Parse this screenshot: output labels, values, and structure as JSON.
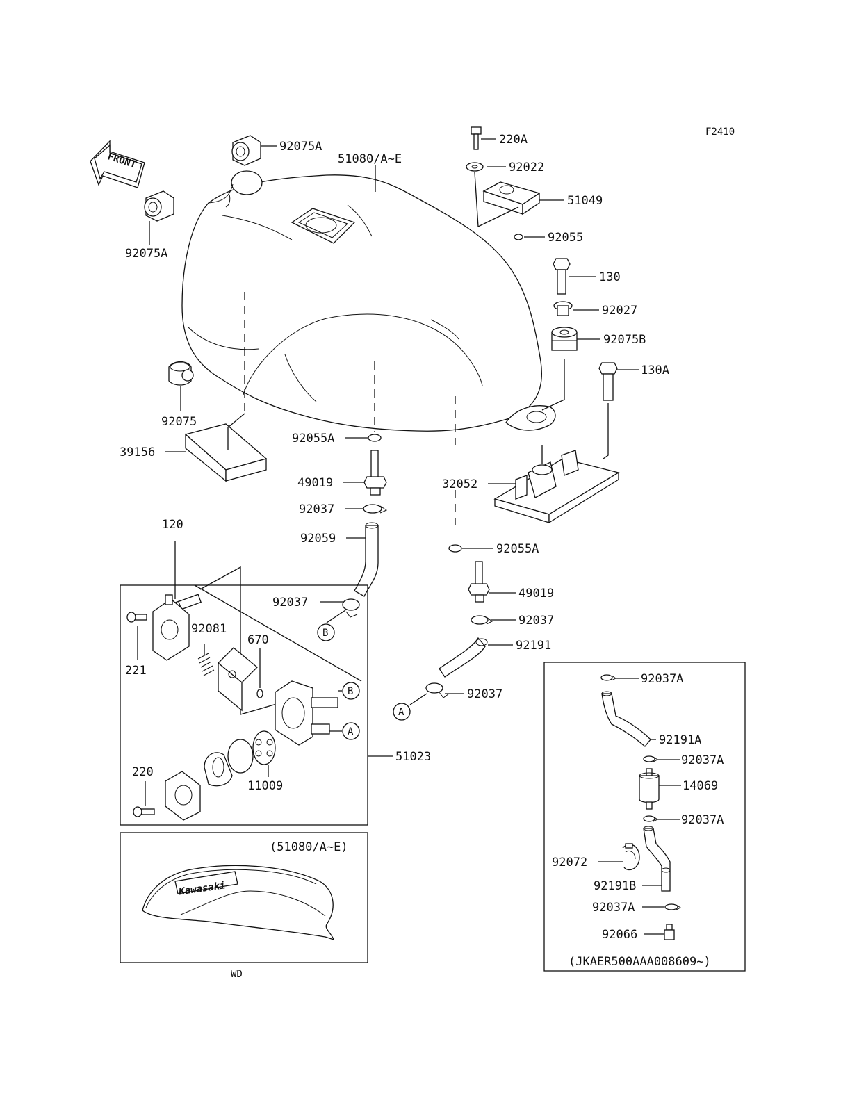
{
  "figure_code": "F2410",
  "front_label": "FRONT",
  "logo_text": "Kawasaki",
  "parts": {
    "p220A": "220A",
    "p92022": "92022",
    "p51049": "51049",
    "p92055": "92055",
    "p130": "130",
    "p92027": "92027",
    "p92075B": "92075B",
    "p130A": "130A",
    "p92075A_top": "92075A",
    "p51080": "51080/A~E",
    "p92075A_left": "92075A",
    "p92075": "92075",
    "p39156": "39156",
    "p92055A_left": "92055A",
    "p49019_left": "49019",
    "p92037_1": "92037",
    "p92059": "92059",
    "p92037_2": "92037",
    "p32052": "32052",
    "p92055A_right": "92055A",
    "p49019_right": "49019",
    "p92037_3": "92037",
    "p92191": "92191",
    "p92037_4": "92037",
    "p120": "120",
    "p92081": "92081",
    "p670": "670",
    "p221": "221",
    "p51023": "51023",
    "p220": "220",
    "p11009": "11009",
    "p92037A_1": "92037A",
    "p92191A": "92191A",
    "p92037A_2": "92037A",
    "p14069": "14069",
    "p92037A_3": "92037A",
    "p92072": "92072",
    "p92191B": "92191B",
    "p92037A_4": "92037A",
    "p92066": "92066"
  },
  "callouts": {
    "A": "A",
    "B": "B"
  },
  "notes": {
    "inset_caption": "(51080/A~E)",
    "inset_label": "WD",
    "serial_note": "(JKAER500AAA008609~)"
  }
}
